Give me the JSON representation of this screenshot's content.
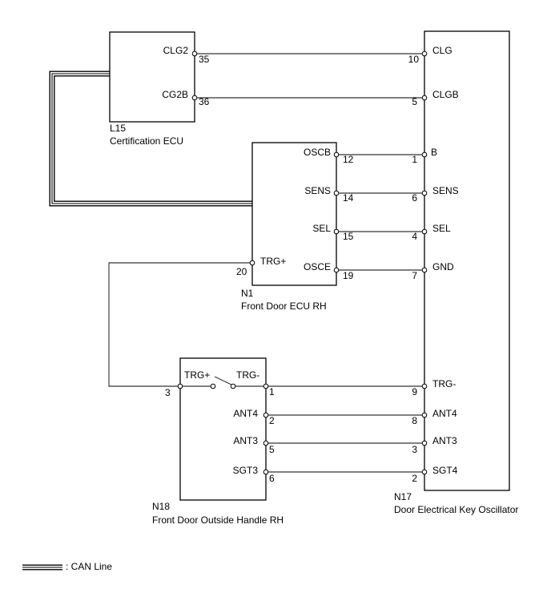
{
  "components": {
    "l15": {
      "code": "L15",
      "name": "Certification ECU"
    },
    "n1": {
      "code": "N1",
      "name": "Front Door ECU RH"
    },
    "n17": {
      "code": "N17",
      "name": "Door Electrical Key Oscillator"
    },
    "n18": {
      "code": "N18",
      "name": "Front Door Outside Handle RH"
    }
  },
  "pins": {
    "l15_clg2_name": "CLG2",
    "l15_clg2_num": "35",
    "l15_cg2b_name": "CG2B",
    "l15_cg2b_num": "36",
    "n17_clg_name": "CLG",
    "n17_clg_num": "10",
    "n17_clgb_name": "CLGB",
    "n17_clgb_num": "5",
    "n1_oscb_name": "OSCB",
    "n1_oscb_num": "12",
    "n1_sens_name": "SENS",
    "n1_sens_num": "14",
    "n1_sel_name": "SEL",
    "n1_sel_num": "15",
    "n1_osce_name": "OSCE",
    "n1_osce_num": "19",
    "n1_trg_name": "TRG+",
    "n1_trg_num": "20",
    "n17_b_name": "B",
    "n17_b_num": "1",
    "n17_sens_name": "SENS",
    "n17_sens_num": "6",
    "n17_sel_name": "SEL",
    "n17_sel_num": "4",
    "n17_gnd_name": "GND",
    "n17_gnd_num": "7",
    "n18_trgp_name": "TRG+",
    "n18_trgm_name": "TRG-",
    "n18_3_num": "3",
    "n18_1_num": "1",
    "n18_ant4_name": "ANT4",
    "n18_ant4_num": "2",
    "n18_ant3_name": "ANT3",
    "n18_ant3_num": "5",
    "n18_sgt3_name": "SGT3",
    "n18_sgt3_num": "6",
    "n17_trgm_name": "TRG-",
    "n17_trgm_num": "9",
    "n17_ant4_name": "ANT4",
    "n17_ant4_num": "8",
    "n17_ant3_name": "ANT3",
    "n17_ant3_num": "3",
    "n17_sgt4_name": "SGT4",
    "n17_sgt4_num": "2"
  },
  "legend": {
    "can_line": ": CAN Line"
  }
}
